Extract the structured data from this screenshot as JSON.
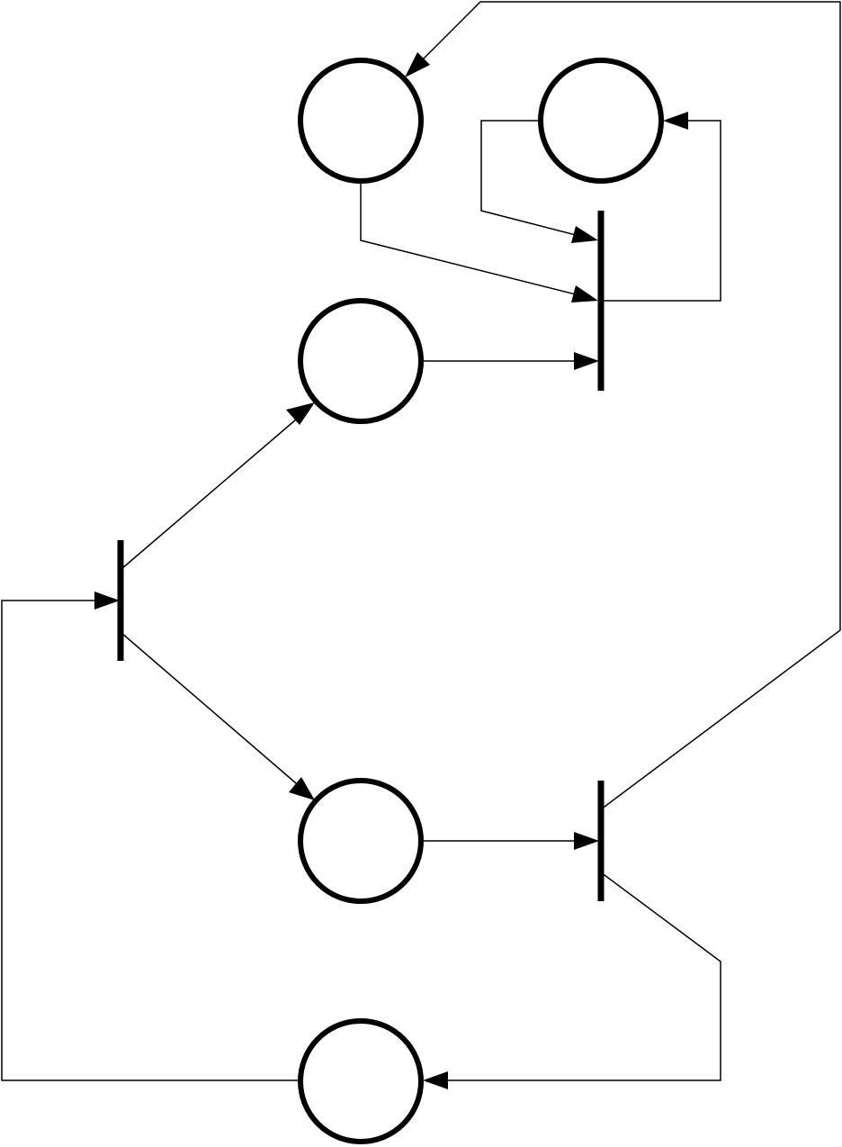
{
  "diagram": {
    "type": "petri-net",
    "places": [
      {
        "id": "p1"
      },
      {
        "id": "p2"
      },
      {
        "id": "p3"
      },
      {
        "id": "p4"
      },
      {
        "id": "p5"
      },
      {
        "id": "p6"
      }
    ],
    "transitions": [
      {
        "id": "t1"
      },
      {
        "id": "t2"
      },
      {
        "id": "t3"
      }
    ],
    "arcs": [
      {
        "from": "t1",
        "to": "p3"
      },
      {
        "from": "t1",
        "to": "p4"
      },
      {
        "from": "p4",
        "to": "t2"
      },
      {
        "from": "t2",
        "to": "p1"
      },
      {
        "from": "t2",
        "to": "p5"
      },
      {
        "from": "p5",
        "to": "t1"
      },
      {
        "from": "p2",
        "to": "t3"
      },
      {
        "from": "p1",
        "to": "t3"
      },
      {
        "from": "p3",
        "to": "t3"
      },
      {
        "from": "t3",
        "to": "p2"
      }
    ],
    "colors": {
      "stroke": "#000000",
      "background": "#ffffff"
    }
  }
}
